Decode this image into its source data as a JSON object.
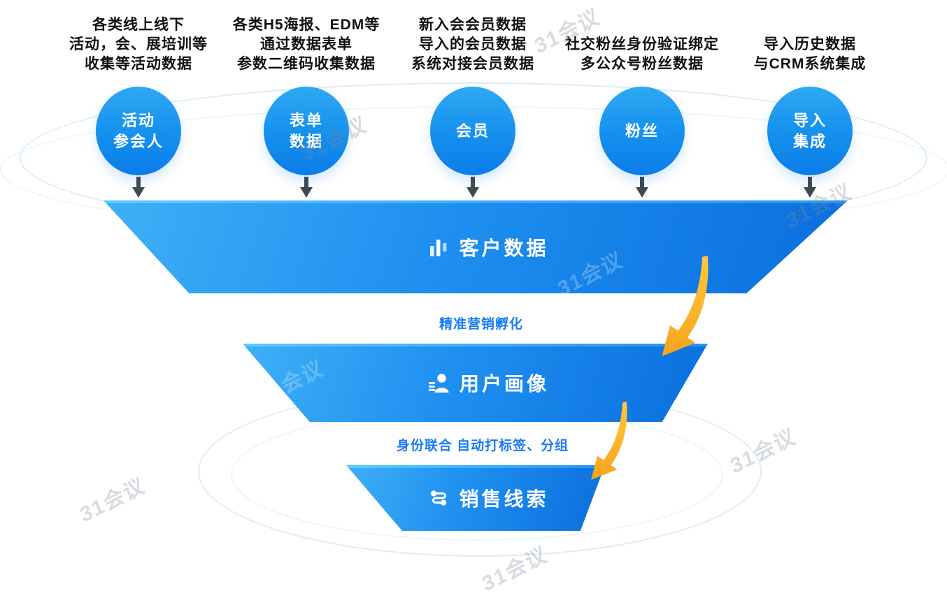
{
  "watermark": {
    "text": "31会议"
  },
  "sources": [
    {
      "desc_lines": [
        "各类线上线下",
        "活动，会、展培训等",
        "收集等活动数据"
      ],
      "circle_label_lines": [
        "活动",
        "参会人"
      ]
    },
    {
      "desc_lines": [
        "各类H5海报、EDM等",
        "通过数据表单",
        "参数二维码收集数据"
      ],
      "circle_label_lines": [
        "表单",
        "数据"
      ]
    },
    {
      "desc_lines": [
        "新入会会员数据",
        "导入的会员数据",
        "系统对接会员数据"
      ],
      "circle_label_lines": [
        "会员"
      ]
    },
    {
      "desc_lines": [
        "社交粉丝身份验证绑定",
        "多公众号粉丝数据"
      ],
      "circle_label_lines": [
        "粉丝"
      ]
    },
    {
      "desc_lines": [
        "导入历史数据",
        "与CRM系统集成"
      ],
      "circle_label_lines": [
        "导入",
        "集成"
      ]
    }
  ],
  "funnel": {
    "levels": [
      {
        "label": "客户数据",
        "icon": "bar-chart-icon"
      },
      {
        "label": "用户画像",
        "icon": "user-profile-icon"
      },
      {
        "label": "销售线索",
        "icon": "sales-leads-icon"
      }
    ],
    "stage_notes": [
      {
        "label": "精准营销孵化"
      },
      {
        "label": "身份联合 自动打标签、分组"
      }
    ]
  },
  "colors": {
    "circle_gradient_top": "#2fa8f3",
    "circle_gradient_bottom": "#0c7ce9",
    "funnel_gradient_start": "#3fb0f6",
    "funnel_gradient_end": "#0a6edd",
    "down_arrow": "#3d4a54",
    "note_text": "#1a7bf2",
    "orange_arrow": "#fbb328",
    "description_text": "#111111",
    "watermark_gray": "rgba(125,136,152,0.30)"
  }
}
